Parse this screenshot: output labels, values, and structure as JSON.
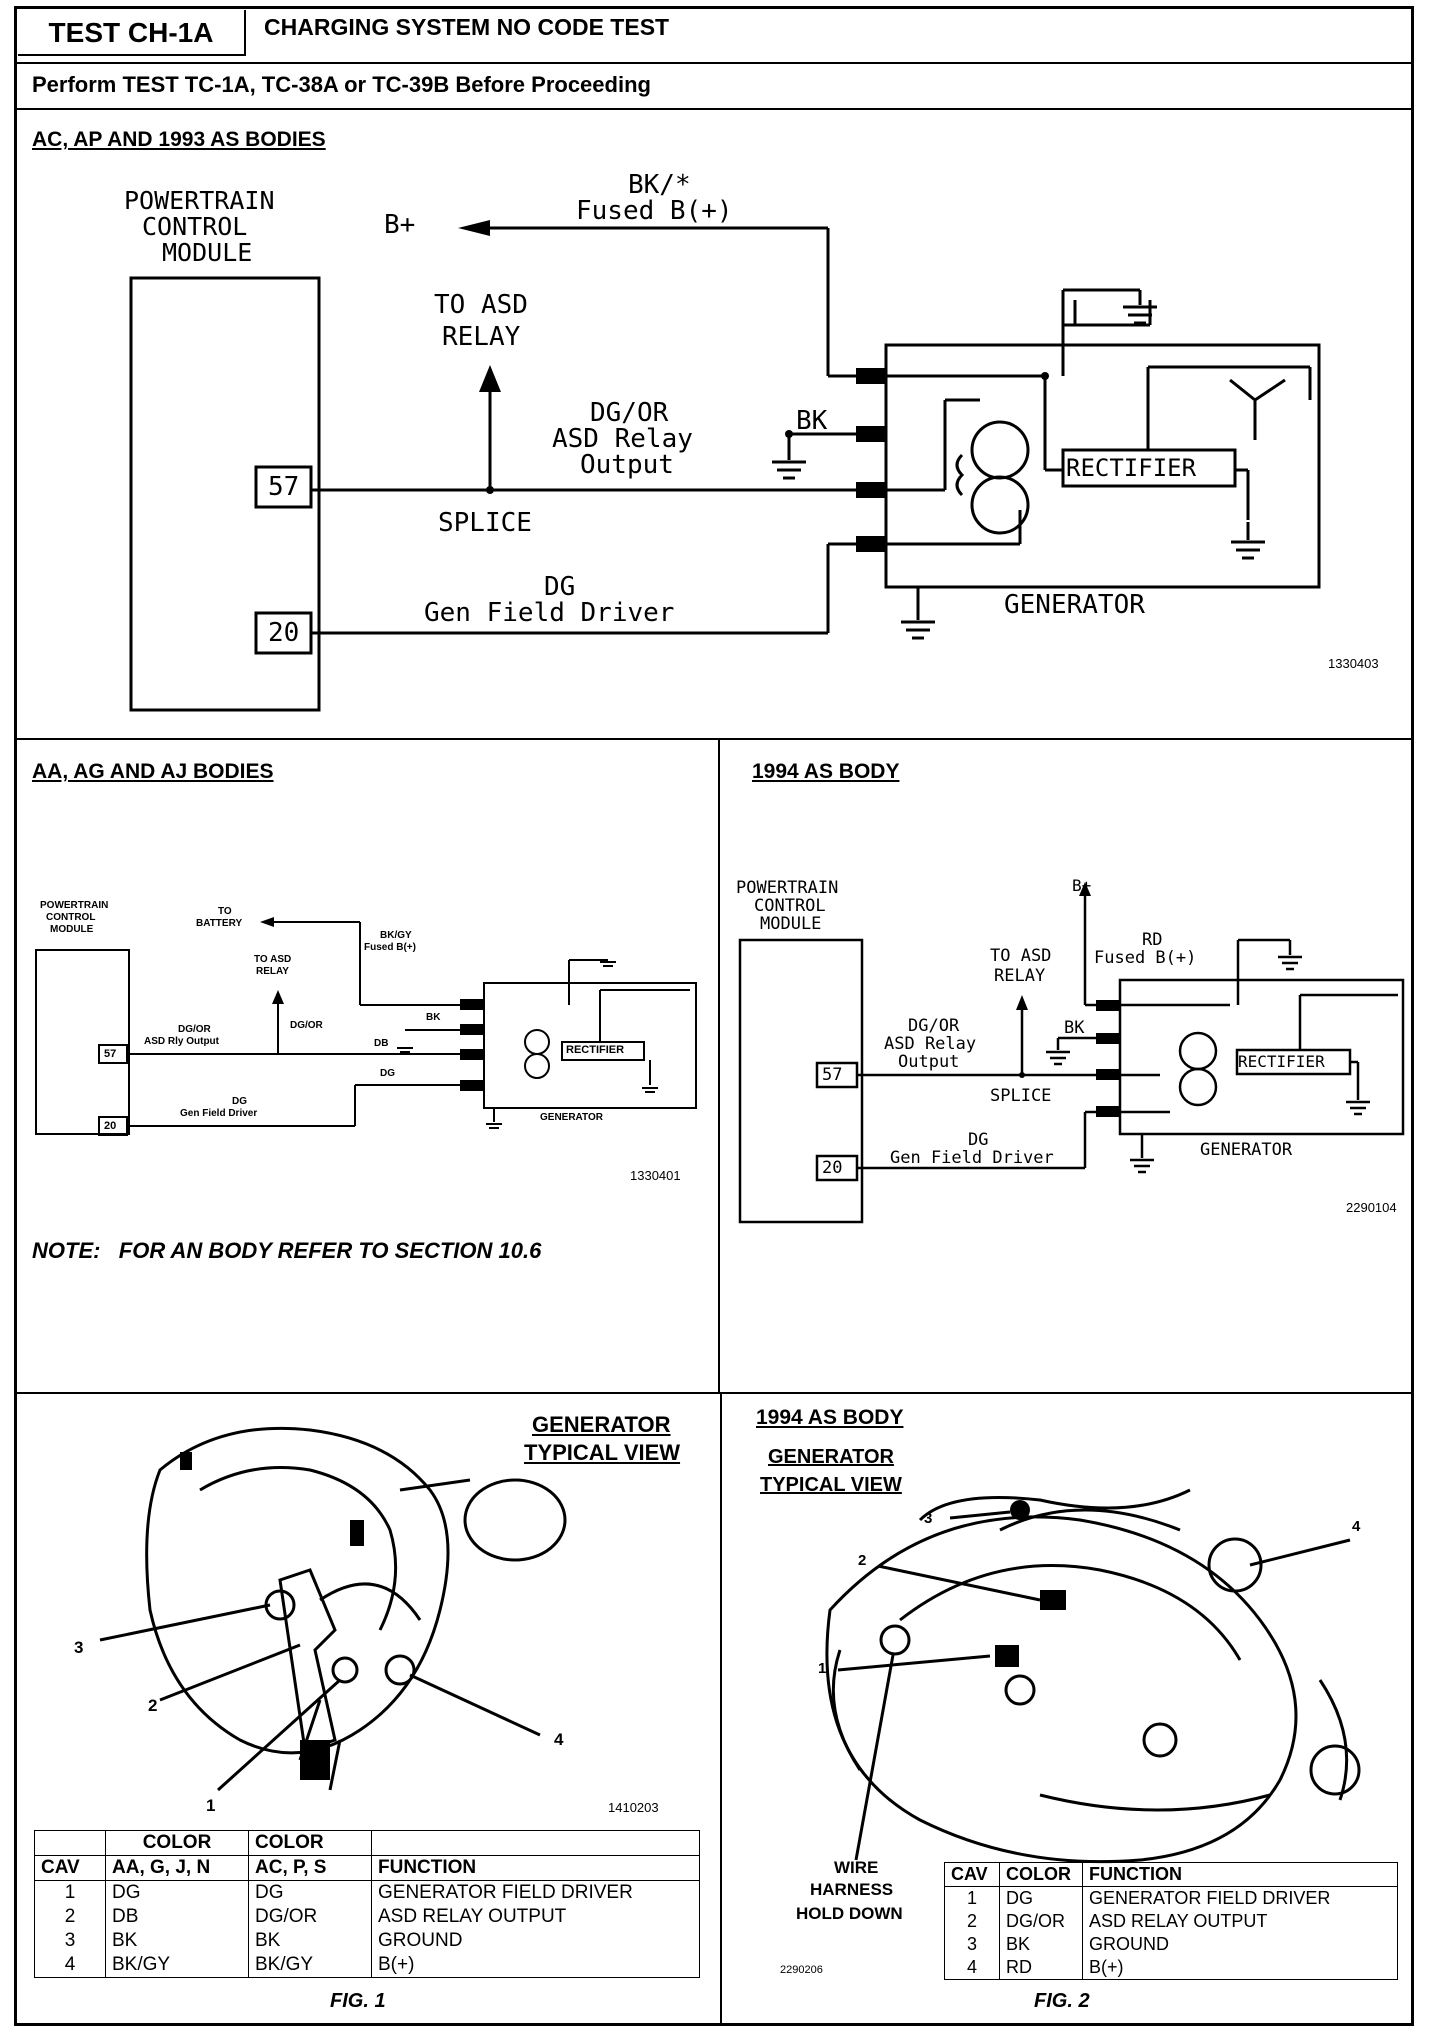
{
  "header": {
    "test_id": "TEST CH-1A",
    "title": "CHARGING SYSTEM NO CODE TEST",
    "prereq": "Perform TEST TC-1A, TC-38A or TC-39B Before Proceeding"
  },
  "section1": {
    "heading": "AC, AP AND 1993 AS BODIES",
    "pcm": [
      "POWERTRAIN",
      "CONTROL",
      "MODULE"
    ],
    "bplus": "B+",
    "wire_top": [
      "BK/*",
      "Fused B(+)"
    ],
    "asd": [
      "TO ASD",
      "RELAY"
    ],
    "wire_mid": [
      "DG/OR",
      "ASD Relay",
      "Output"
    ],
    "bk": "BK",
    "pin57": "57",
    "pin20": "20",
    "splice": "SPLICE",
    "wire_bot": [
      "DG",
      "Gen Field Driver"
    ],
    "rectifier": "RECTIFIER",
    "generator": "GENERATOR",
    "fig_id": "1330403"
  },
  "section2": {
    "heading": "AA, AG AND AJ BODIES",
    "pcm": [
      "POWERTRAIN",
      "CONTROL",
      "MODULE"
    ],
    "to_battery": [
      "TO",
      "BATTERY"
    ],
    "wire_top": [
      "BK/GY",
      "Fused B(+)"
    ],
    "asd": [
      "TO ASD",
      "RELAY"
    ],
    "dgor": "DG/OR",
    "dgor_left": [
      "DG/OR",
      "ASD Rly Output"
    ],
    "bk": "BK",
    "db": "DB",
    "dg": "DG",
    "pin57": "57",
    "pin20": "20",
    "gen_field": [
      "DG",
      "Gen Field Driver"
    ],
    "rectifier": "RECTIFIER",
    "generator": "GENERATOR",
    "fig_id": "1330401",
    "note": "NOTE:   FOR AN BODY REFER TO SECTION 10.6"
  },
  "section3": {
    "heading": "1994 AS BODY",
    "pcm": [
      "POWERTRAIN",
      "CONTROL",
      "MODULE"
    ],
    "bplus": "B+",
    "rd": [
      "RD",
      "Fused B(+)"
    ],
    "asd": [
      "TO ASD",
      "RELAY"
    ],
    "wire_mid": [
      "DG/OR",
      "ASD Relay",
      "Output"
    ],
    "bk": "BK",
    "pin57": "57",
    "pin20": "20",
    "splice": "SPLICE",
    "wire_bot": [
      "DG",
      "Gen Field Driver"
    ],
    "rectifier": "RECTIFIER",
    "generator": "GENERATOR",
    "fig_id": "2290104"
  },
  "fig1": {
    "heading": [
      "GENERATOR",
      "TYPICAL VIEW"
    ],
    "callouts": [
      "1",
      "2",
      "3",
      "4"
    ],
    "fig_id": "1410203",
    "table": {
      "headers": [
        "CAV",
        "COLOR AA, G, J, N",
        "COLOR AC, P, S",
        "FUNCTION"
      ],
      "header_top": [
        "",
        "COLOR",
        "COLOR",
        ""
      ],
      "header_bottom": [
        "CAV",
        "AA, G, J, N",
        "AC, P, S",
        "FUNCTION"
      ],
      "rows": [
        [
          "1",
          "DG",
          "DG",
          "GENERATOR FIELD DRIVER"
        ],
        [
          "2",
          "DB",
          "DG/OR",
          "ASD RELAY OUTPUT"
        ],
        [
          "3",
          "BK",
          "BK",
          "GROUND"
        ],
        [
          "4",
          "BK/GY",
          "BK/GY",
          "B(+)"
        ]
      ]
    },
    "caption": "FIG. 1"
  },
  "fig2": {
    "heading": "1994 AS BODY",
    "subheading": [
      "GENERATOR",
      "TYPICAL VIEW"
    ],
    "callouts": [
      "1",
      "2",
      "3",
      "4"
    ],
    "wire_harness": [
      "WIRE",
      "HARNESS",
      "HOLD DOWN"
    ],
    "fig_id": "2290206",
    "table": {
      "headers": [
        "CAV",
        "COLOR",
        "FUNCTION"
      ],
      "rows": [
        [
          "1",
          "DG",
          "GENERATOR FIELD DRIVER"
        ],
        [
          "2",
          "DG/OR",
          "ASD RELAY OUTPUT"
        ],
        [
          "3",
          "BK",
          "GROUND"
        ],
        [
          "4",
          "RD",
          "B(+)"
        ]
      ]
    },
    "caption": "FIG. 2"
  }
}
